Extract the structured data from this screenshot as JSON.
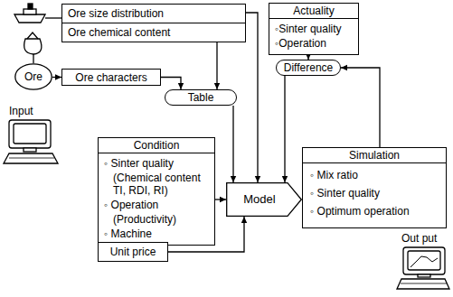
{
  "diagram": {
    "nodes": [
      {
        "text": [
          "Ore size distribution",
          "Ore chemical content"
        ]
      },
      {
        "text": [
          "Ore"
        ]
      },
      {
        "text": [
          "Ore characters"
        ]
      },
      {
        "text": [
          "Table"
        ]
      },
      {
        "text": [
          "Actuality",
          "◦Sinter quality",
          "◦Operation"
        ]
      },
      {
        "text": [
          "Difference"
        ]
      },
      {
        "text": [
          "Condition",
          "◦ Sinter quality",
          "(Chemical content TI, RDI, RI)",
          "◦ Operation",
          "(Productivity)",
          "◦ Machine"
        ]
      },
      {
        "text": [
          "Model"
        ]
      },
      {
        "text": [
          "Unit price"
        ]
      },
      {
        "text": [
          "Simulation",
          "◦ Mix ratio",
          "◦ Sinter quality",
          "◦ Optimum operation"
        ]
      }
    ],
    "edges": [
      {
        "from": 1,
        "to": 2,
        "arrow": "to"
      },
      {
        "from": 2,
        "to": 3,
        "arrow": "to"
      },
      {
        "from": 0,
        "to": 3,
        "arrow": "to"
      },
      {
        "from": 0,
        "to": 7,
        "arrow": "to"
      },
      {
        "from": 3,
        "to": 7,
        "arrow": "to"
      },
      {
        "from": 4,
        "to": 5,
        "arrow": "to"
      },
      {
        "from": 9,
        "to": 5,
        "arrow": "to"
      },
      {
        "from": 5,
        "to": 7,
        "arrow": "to"
      },
      {
        "from": 6,
        "to": 7,
        "arrow": "to"
      },
      {
        "from": 8,
        "to": 7,
        "arrow": "to"
      }
    ],
    "labels": [
      "Input",
      "Out put"
    ]
  }
}
